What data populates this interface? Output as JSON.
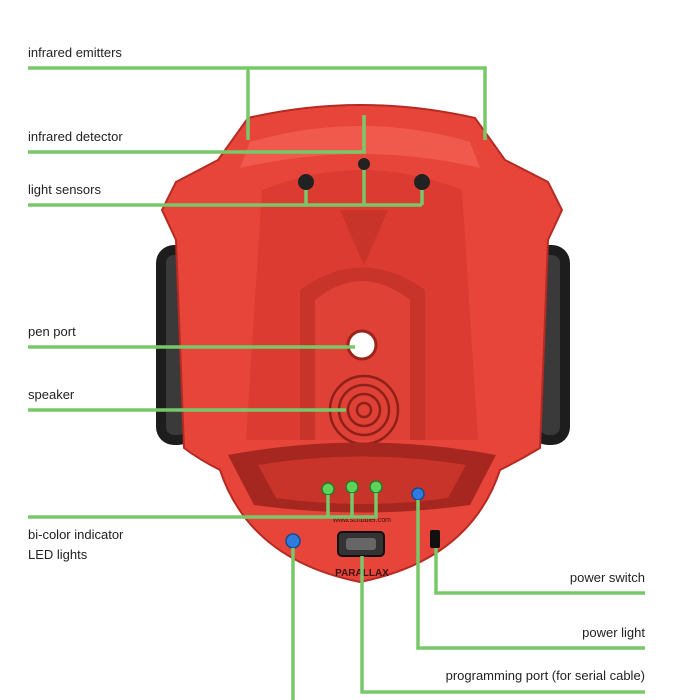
{
  "colors": {
    "leader_line": "#78c86a",
    "body_red": "#e8453a",
    "body_dark": "#b52a22",
    "wheel": "#1d1d1d",
    "led_green": "#5ed35a",
    "led_blue": "#2f7ce0"
  },
  "labels": {
    "infrared_emitters": "infrared emitters",
    "infrared_detector": "infrared detector",
    "light_sensors": "light sensors",
    "pen_port": "pen port",
    "speaker": "speaker",
    "bicolor_led_line1": "bi-color indicator",
    "bicolor_led_line2": "LED lights",
    "power_switch": "power switch",
    "power_light": "power light",
    "programming_port": "programming port (for serial cable)"
  },
  "robot_markings": {
    "url_text": "www.scribbler.com",
    "logo_text": "PARALLAX"
  }
}
